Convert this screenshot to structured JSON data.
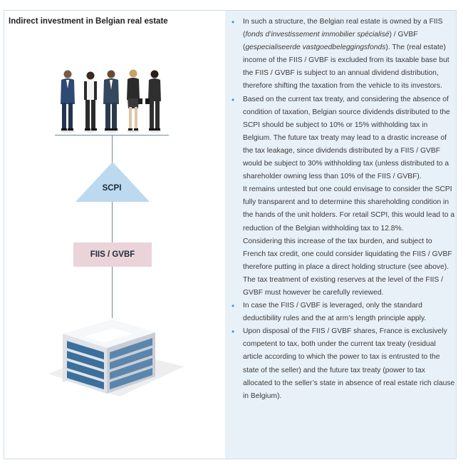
{
  "title": "Indirect investment in Belgian real estate",
  "diagram": {
    "top_node": "SCPI",
    "middle_node": "FIIS / GVBF",
    "icons": [
      "investors-group-icon",
      "office-building-icon"
    ],
    "colors": {
      "triangle": "#bcd9ef",
      "box": "#ead4da",
      "bullet": "#2ea3dc",
      "panel": "#e9f1f8"
    }
  },
  "bullets": [
    {
      "paragraphs": [
        {
          "segments": [
            {
              "text": "In such a structure, the Belgian real estate is owned by a FIIS ("
            },
            {
              "text": "fonds d’investissement immobilier spécialisé",
              "italic": true
            },
            {
              "text": ") / GVBF ("
            },
            {
              "text": "gespecialiseerde vastgoedbeleggingsfonds",
              "italic": true
            },
            {
              "text": "). The (real estate) income of the FIIS / GVBF is excluded from its taxable base but the FIIS / GVBF is subject to an annual dividend distribution, therefore shifting the taxation from the vehicle to its investors."
            }
          ]
        }
      ]
    },
    {
      "paragraphs": [
        {
          "segments": [
            {
              "text": "Based on the current tax treaty, and considering the absence of condition of taxation, Belgian source dividends distributed to the SCPI should be subject to 10% or 15% withholding tax in Belgium. The future tax treaty may lead to a drastic increase of the tax leakage, since dividends distributed by a FIIS / GVBF would be subject to 30% withholding tax (unless distributed to a shareholder owning less than 10% of the FIIS / GVBF)."
            }
          ]
        },
        {
          "segments": [
            {
              "text": "It remains untested but one could envisage to consider the SCPI fully transparent and to determine this shareholding condition in the hands of the unit holders. For retail SCPI, this would lead to a reduction of the Belgian withholding tax to 12.8%."
            }
          ]
        },
        {
          "segments": [
            {
              "text": "Considering this increase of the tax burden, and subject to French tax credit, one could consider liquidating the FIIS / GVBF therefore putting in place a direct holding structure (see above). The tax treatment of existing reserves at the level of the FIIS / GVBF must however be carefully reviewed."
            }
          ]
        }
      ]
    },
    {
      "paragraphs": [
        {
          "segments": [
            {
              "text": "In case the FIIS / GVBF is leveraged, only the standard deductibility rules and the at arm’s length principle apply."
            }
          ]
        }
      ]
    },
    {
      "paragraphs": [
        {
          "segments": [
            {
              "text": "Upon disposal of the FIIS / GVBF shares, France is exclusively competent to tax, both under the current tax treaty (residual article according to which the power to tax is entrusted to the state of the seller) and the future tax treaty (power to tax allocated to the seller’s state in absence of real estate rich clause in Belgium)."
            }
          ]
        }
      ]
    }
  ]
}
